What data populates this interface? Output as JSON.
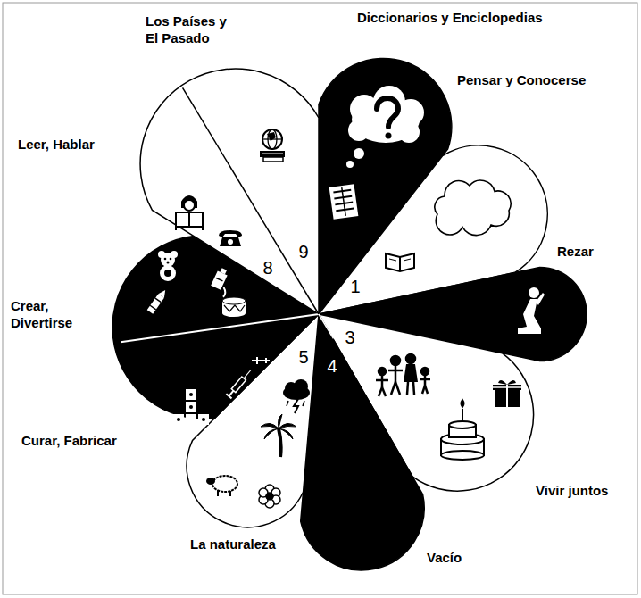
{
  "diagram": {
    "labels": [
      "Los Países y El Pasado",
      "Diccionarios y Enciclopedias",
      "Pensar y Conocerse",
      "Rezar",
      "Vivir juntos",
      "Vacío",
      "La naturaleza",
      "Curar, Fabricar",
      "Crear, Divertirse",
      "Leer, Hablar",
      "1",
      "3",
      "4",
      "5",
      "8",
      "9"
    ]
  }
}
